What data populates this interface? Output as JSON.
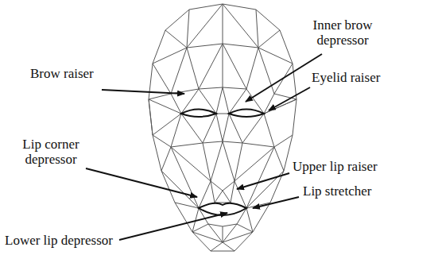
{
  "diagram": {
    "labels": [
      "Brow raiser",
      "Inner brow depressor",
      "Eyelid raiser",
      "Lip corner depressor",
      "Upper lip raiser",
      "Lip stretcher",
      "Lower lip depressor"
    ]
  }
}
